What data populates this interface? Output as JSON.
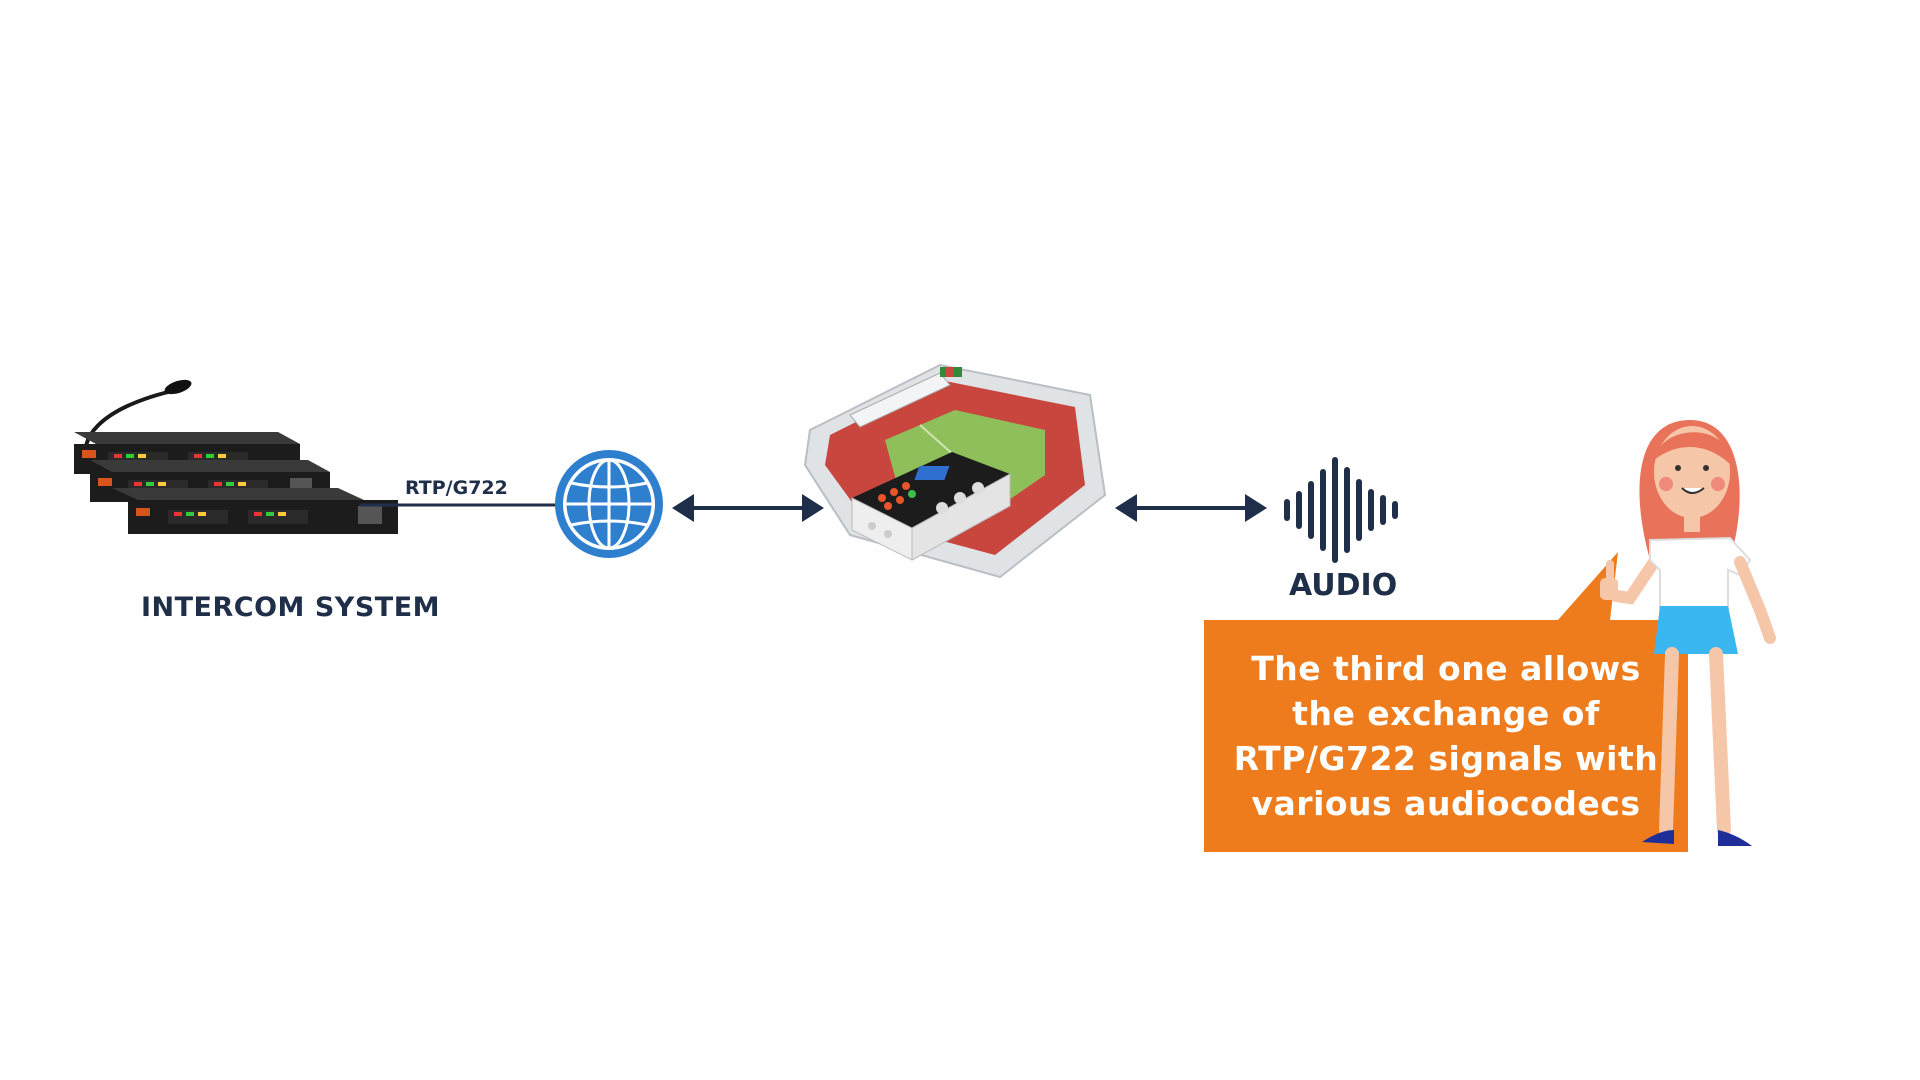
{
  "labels": {
    "intercom": "INTERCOM SYSTEM",
    "link": "RTP/G722",
    "audio": "AUDIO"
  },
  "callout": {
    "text": "The third one allows the exchange of RTP/G722 signals with various audiocodecs"
  },
  "colors": {
    "accent": "#ee7c1d",
    "navy": "#1f2f4a",
    "globe": "#2f7fcf",
    "arrow": "#1f2f4a",
    "skirt": "#3ab7ee",
    "hair": "#e8735a"
  },
  "icons": [
    "intercom-rack-icon",
    "microphone-icon",
    "globe-icon",
    "double-arrow-icon",
    "stadium-icon",
    "mixer-console-icon",
    "sound-wave-icon",
    "woman-presenter-icon"
  ]
}
